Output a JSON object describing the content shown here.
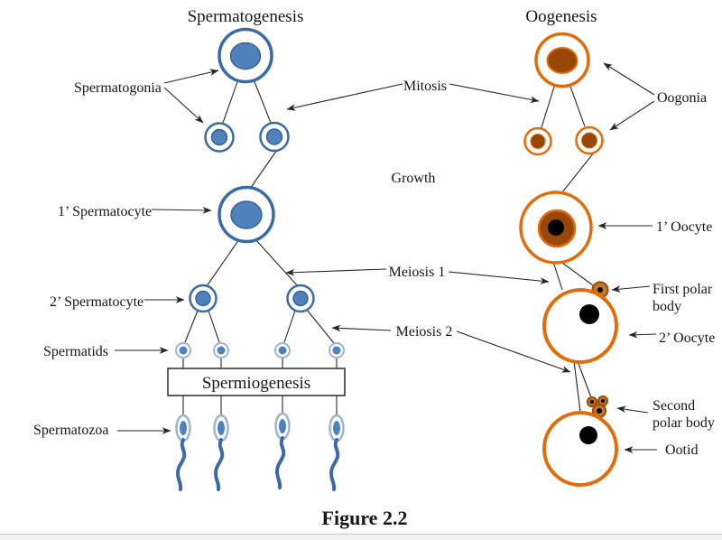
{
  "figure": {
    "caption": "Figure 2.2",
    "left": {
      "title": "Spermatogenesis",
      "labels": {
        "spermatogonia": "Spermatogonia",
        "primary_spermatocyte": "1’ Spermatocyte",
        "secondary_spermatocyte": "2’ Spermatocyte",
        "spermatids": "Spermatids",
        "spermiogenesis": "Spermiogenesis",
        "spermatozoa": "Spermatozoa"
      }
    },
    "center": {
      "mitosis": "Mitosis",
      "growth": "Growth",
      "meiosis1": "Meiosis 1",
      "meiosis2": "Meiosis 2"
    },
    "right": {
      "title": "Oogenesis",
      "labels": {
        "oogonia": "Oogonia",
        "primary_oocyte": "1’ Oocyte",
        "first_polar_body_line1": "First polar",
        "first_polar_body_line2": "body",
        "secondary_oocyte": "2’ Oocyte",
        "second_polar_body_line1": "Second",
        "second_polar_body_line2": "polar body",
        "ootid": "Ootid"
      }
    },
    "colors": {
      "sperm_outline": "#3a6ba6",
      "sperm_nucleus": "#4f81bd",
      "sperm_nucleus_edge": "#365f91",
      "spermatid_ring": "#9ab5d7",
      "egg_outline": "#e36c09",
      "egg_nucleus": "#974806",
      "polar_body_fill": "#c0782e",
      "polar_body_edge": "#a04e08",
      "nucleus_black": "#000000",
      "connector": "#262626"
    }
  }
}
